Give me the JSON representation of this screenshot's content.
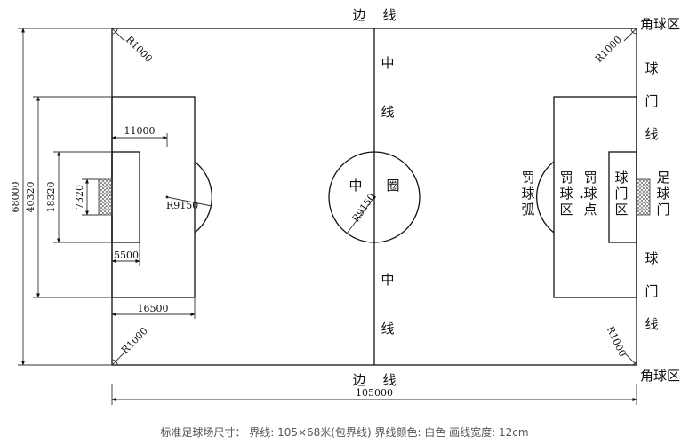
{
  "labels": {
    "touchline": "边    线",
    "corner_area": "角球区",
    "center_line": "中线",
    "center_circle": [
      "中",
      "圈"
    ],
    "goal_line": "球门线",
    "goal": "足球门",
    "goal_area": "球门区",
    "penalty_spot": "罚球点",
    "penalty_area": "罚球区",
    "penalty_arc": "罚球弧"
  },
  "dimensions": {
    "corner_radius": "R1000",
    "center_radius": "R9150",
    "arc_radius": "R9150",
    "goal_area_depth": "5500",
    "penalty_spot_distance": "11000",
    "penalty_area_depth": "16500",
    "goal_width": "7320",
    "goal_area_width": "18320",
    "penalty_area_width": "40320",
    "field_width": "68000",
    "field_length": "105000"
  },
  "caption": "标准足球场尺寸： 界线: 105×68米(包界线) 界线颜色: 白色 画线宽度: 12cm",
  "colors": {
    "line": "#111111",
    "caption": "#555555"
  }
}
